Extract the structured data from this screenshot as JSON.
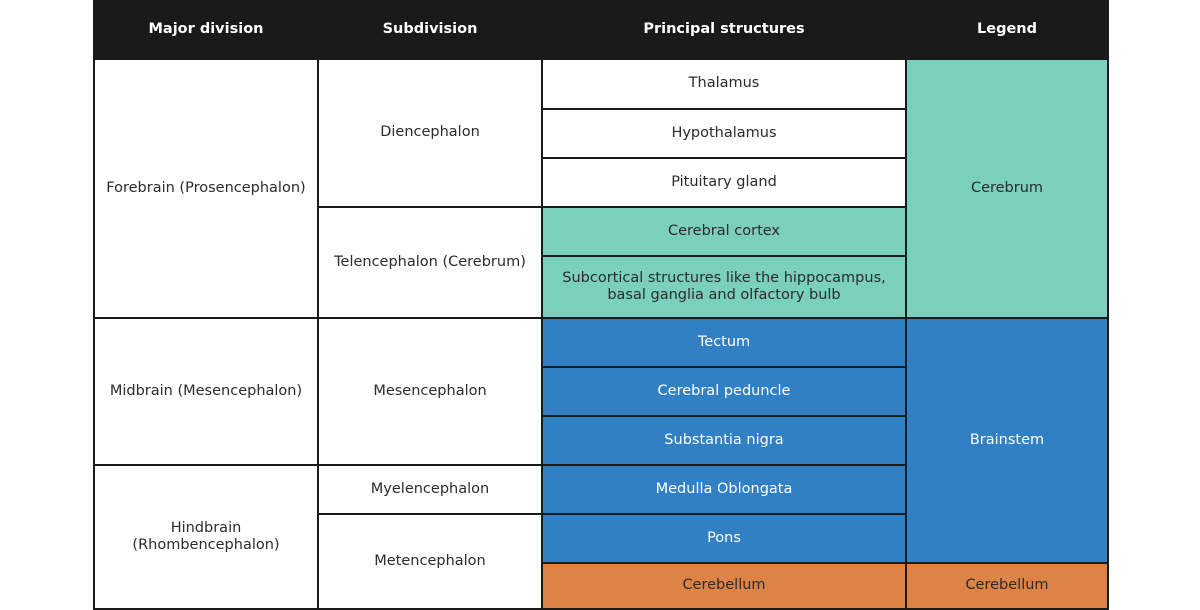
{
  "table": {
    "headers": [
      {
        "label": "Major division",
        "name": "header-major-division"
      },
      {
        "label": "Subdivision",
        "name": "header-subdivision"
      },
      {
        "label": "Principal structures",
        "name": "header-principal-structures"
      },
      {
        "label": "Legend",
        "name": "header-legend"
      }
    ],
    "major_divisions": [
      {
        "label": "Forebrain (Prosencephalon)",
        "rowspan": 5
      },
      {
        "label": "Midbrain (Mesencephalon)",
        "rowspan": 3
      },
      {
        "label": "Hindbrain\n(Rhombencephalon)",
        "rowspan": 3
      }
    ],
    "subdivisions": [
      {
        "label": "Diencephalon",
        "rowspan": 3
      },
      {
        "label": "Telencephalon (Cerebrum)",
        "rowspan": 2
      },
      {
        "label": "Mesencephalon",
        "rowspan": 3
      },
      {
        "label": "Myelencephalon",
        "rowspan": 1
      },
      {
        "label": "Metencephalon",
        "rowspan": 2
      }
    ],
    "principal_structures": [
      {
        "label": "Thalamus",
        "color": "white"
      },
      {
        "label": "Hypothalamus",
        "color": "white"
      },
      {
        "label": "Pituitary gland",
        "color": "white"
      },
      {
        "label": "Cerebral cortex",
        "color": "teal"
      },
      {
        "label": "Subcortical structures like the hippocampus, basal ganglia and olfactory bulb",
        "color": "teal"
      },
      {
        "label": "Tectum",
        "color": "blue"
      },
      {
        "label": "Cerebral peduncle",
        "color": "blue"
      },
      {
        "label": "Substantia nigra",
        "color": "blue"
      },
      {
        "label": "Medulla Oblongata",
        "color": "blue"
      },
      {
        "label": "Pons",
        "color": "blue"
      },
      {
        "label": "Cerebellum",
        "color": "orange"
      }
    ],
    "legend": [
      {
        "label": "Cerebrum",
        "color": "teal",
        "rowspan": 5
      },
      {
        "label": "Brainstem",
        "color": "blue",
        "rowspan": 5
      },
      {
        "label": "Cerebellum",
        "color": "orange",
        "rowspan": 1
      }
    ]
  },
  "colors": {
    "header_background": "#1a1a1a",
    "header_text": "#ffffff",
    "cerebrum_teal": "#7ad0bc",
    "brainstem_blue": "#3180c4",
    "cerebellum_orange": "#dd8346",
    "border": "#1a1a1a",
    "body_text": "#2b2b2b",
    "page_background": "#ffffff"
  }
}
